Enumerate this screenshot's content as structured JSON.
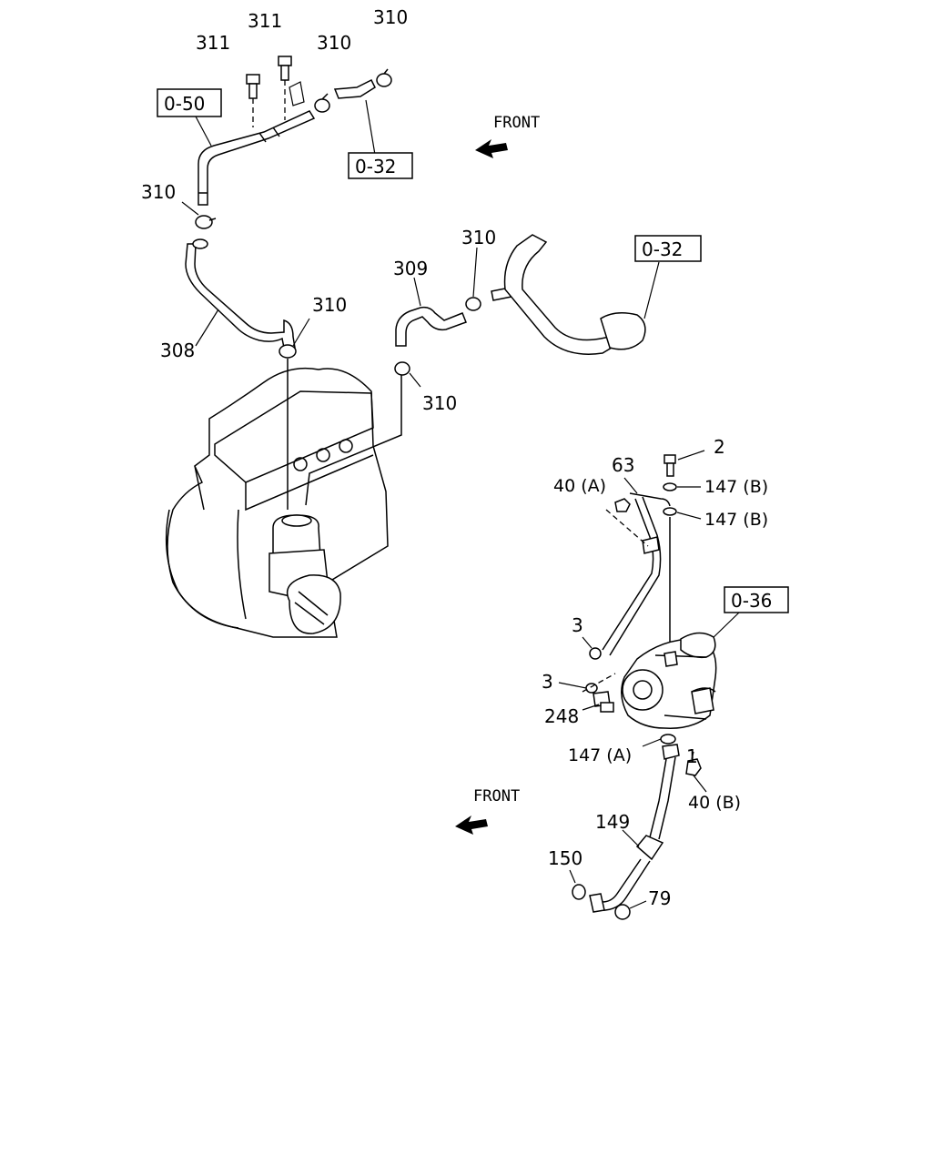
{
  "refs": {
    "ref_0_50": "0-50",
    "ref_0_32_top": "0-32",
    "ref_0_32_mid": "0-32",
    "ref_0_36": "0-36"
  },
  "front_labels": {
    "upper": "FRONT",
    "lower": "FRONT"
  },
  "callouts": {
    "c311_a": "311",
    "c311_b": "311",
    "c310_a": "310",
    "c310_b": "310",
    "c310_c": "310",
    "c310_d": "310",
    "c310_e": "310",
    "c310_f": "310",
    "c308": "308",
    "c309": "309",
    "c2": "2",
    "c63": "63",
    "c40a": "40 (A)",
    "c147b_1": "147 (B)",
    "c147b_2": "147 (B)",
    "c3_a": "3",
    "c3_b": "3",
    "c248": "248",
    "c147a": "147 (A)",
    "c1": "1",
    "c40b": "40 (B)",
    "c149": "149",
    "c150": "150",
    "c79": "79"
  }
}
